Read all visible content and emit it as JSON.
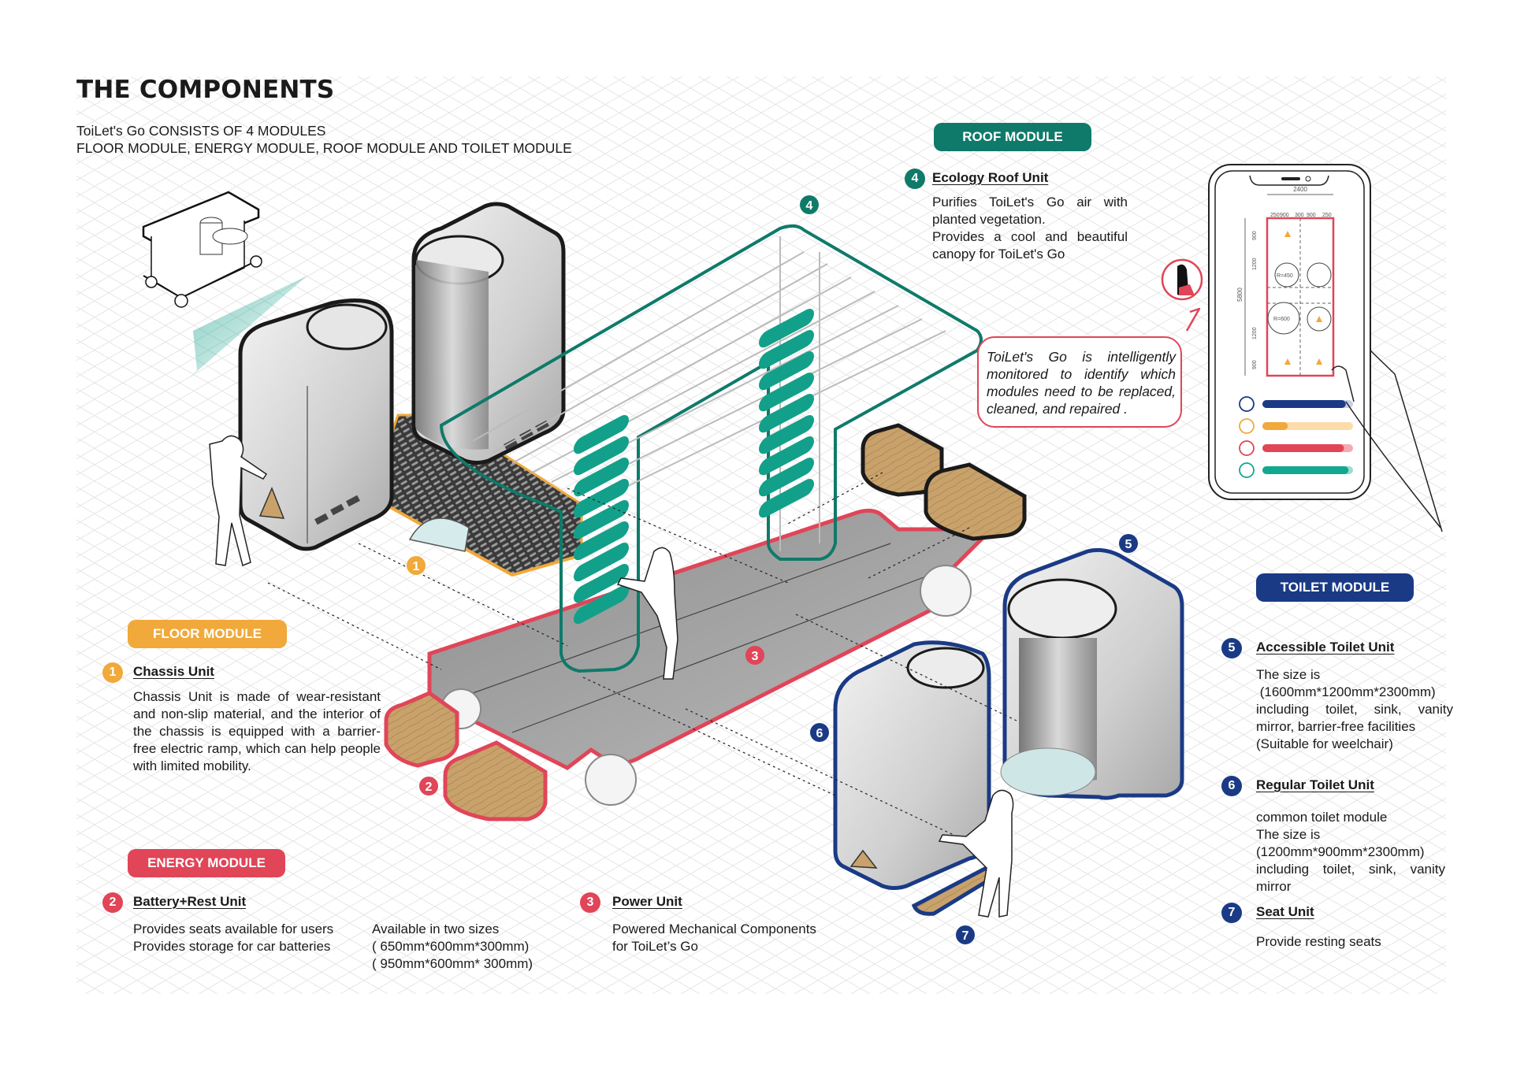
{
  "header": {
    "title": "THE COMPONENTS",
    "subtitle_lines": [
      "ToiLet's Go CONSISTS OF 4 MODULES",
      "FLOOR MODULE, ENERGY MODULE, ROOF MODULE AND TOILET MODULE"
    ]
  },
  "colors": {
    "floor": "#f0a93a",
    "energy": "#e04558",
    "roof": "#0f7a6a",
    "toilet": "#1a3a85",
    "plants": "#12a08a",
    "wood": "#c9a26b"
  },
  "modules": {
    "roof": {
      "label": "ROOF MODULE",
      "units": [
        {
          "number": "4",
          "name": "Ecology Roof Unit",
          "lines": [
            "Purifies ToiLet's Go air with planted vegetation.",
            "Provides a cool and beautiful canopy for ToiLet's Go"
          ]
        }
      ]
    },
    "floor": {
      "label": "FLOOR MODULE",
      "units": [
        {
          "number": "1",
          "name": "Chassis Unit",
          "lines": [
            "Chassis Unit is made of wear-resistant and non-slip material, and the interior of the chassis is equipped with a barrier-free electric ramp, which can help people with limited mobility."
          ]
        }
      ]
    },
    "energy": {
      "label": "ENERGY MODULE",
      "units": [
        {
          "number": "2",
          "name": "Battery+Rest Unit",
          "lines": [
            "Provides seats available for users",
            "Provides storage for car batteries"
          ],
          "sizes_title": "Available in two sizes",
          "sizes": [
            "( 650mm*600mm*300mm)",
            "( 950mm*600mm* 300mm)"
          ]
        },
        {
          "number": "3",
          "name": "Power Unit",
          "lines": [
            "Powered Mechanical Components",
            "for ToiLet’s Go"
          ]
        }
      ]
    },
    "toilet": {
      "label": "TOILET MODULE",
      "units": [
        {
          "number": "5",
          "name": "Accessible Toilet Unit",
          "lines": [
            "The size is",
            " (1600mm*1200mm*2300mm)",
            "including toilet, sink, vanity mirror, barrier-free facilities",
            "(Suitable for weelchair)"
          ]
        },
        {
          "number": "6",
          "name": "Regular Toilet Unit",
          "lines": [
            "common toilet module",
            "The size is",
            "(1200mm*900mm*2300mm)",
            "including toilet, sink, vanity mirror"
          ]
        },
        {
          "number": "7",
          "name": "Seat Unit",
          "lines": [
            "Provide resting seats"
          ]
        }
      ]
    }
  },
  "callout": {
    "text": "ToiLet's Go is intelligently monitored to identify which modules need to be replaced, cleaned, and repaired ."
  },
  "phone": {
    "plan_dims": {
      "width_total": "2400",
      "width_parts": [
        "250",
        "900",
        "300",
        "900",
        "250"
      ],
      "height_total": "5800",
      "height_parts": [
        "900",
        "1200",
        "1200",
        "900"
      ],
      "radius_small": "R=450",
      "radius_large": "R=600"
    },
    "status_bars": [
      {
        "icon": "water-drop-icon",
        "color": "#1a3a85",
        "track": "#c7d0e6",
        "value": 0.92
      },
      {
        "icon": "lightning-icon",
        "color": "#f0a93a",
        "track": "#fddcaa",
        "value": 0.28
      },
      {
        "icon": "wrench-icon",
        "color": "#e04558",
        "track": "#f4a9b3",
        "value": 0.9
      },
      {
        "icon": "recycle-icon",
        "color": "#12a890",
        "track": "#9fdcd0",
        "value": 0.95
      }
    ]
  },
  "diagram_markers": [
    "1",
    "2",
    "3",
    "4",
    "5",
    "6",
    "7"
  ]
}
